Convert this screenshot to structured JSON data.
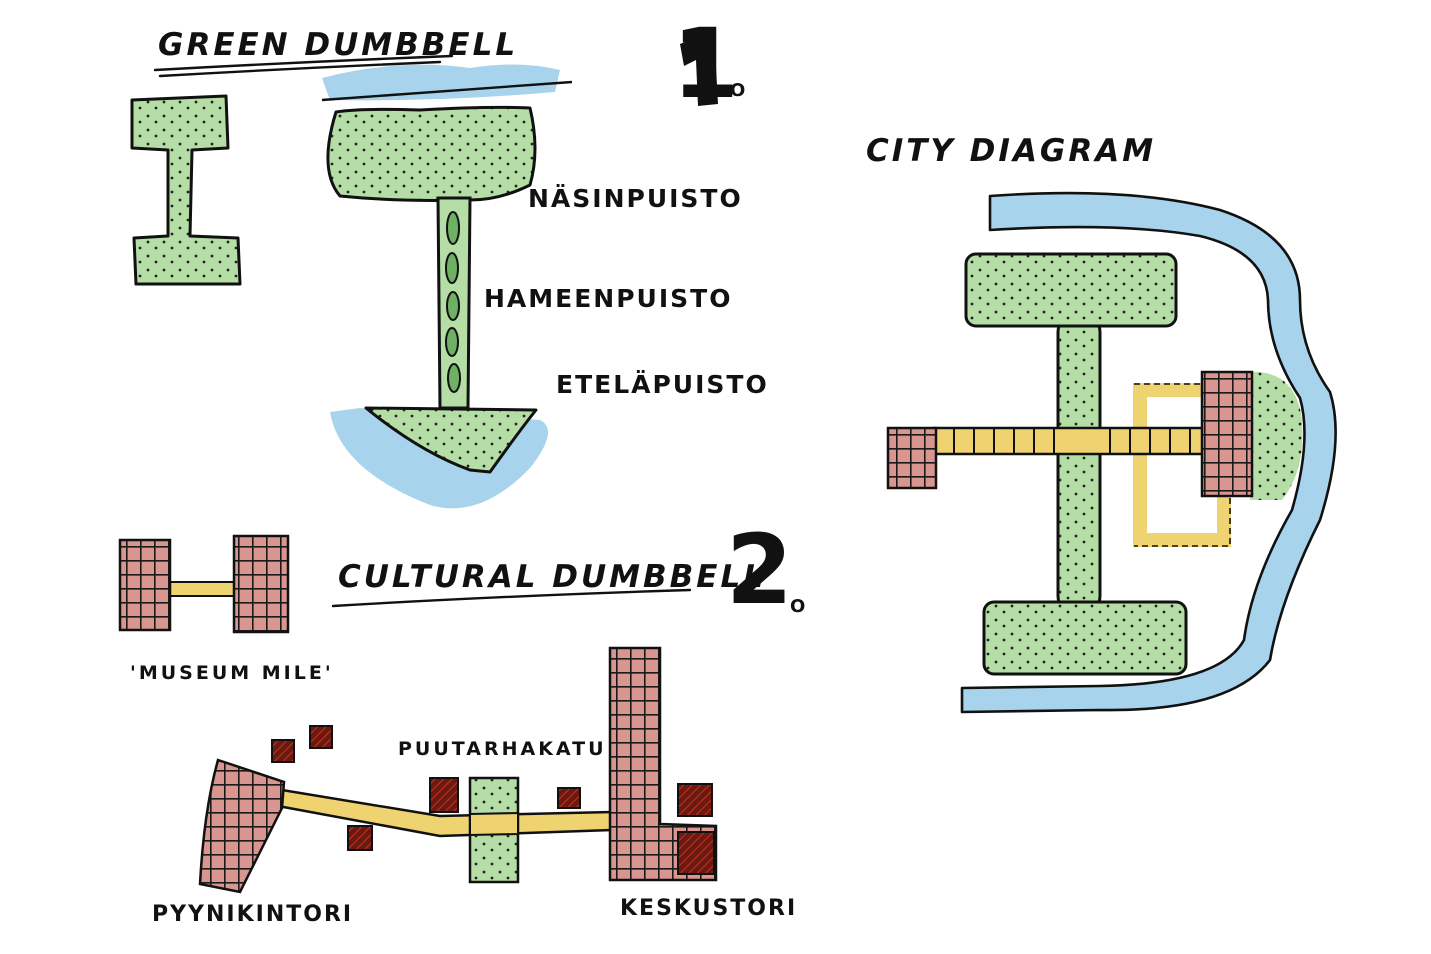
{
  "headings": {
    "green": "GREEN DUMBBELL",
    "cultural": "CULTURAL DUMBBELL",
    "city": "CITY DIAGRAM"
  },
  "numbers": {
    "one": "1",
    "one_suffix": "o",
    "two": "2",
    "two_suffix": "o"
  },
  "parks": {
    "north": "NÄSINPUISTO",
    "middle": "HAMEENPUISTO",
    "south": "ETELÄPUISTO"
  },
  "cultural_labels": {
    "museum_mile": "'MUSEUM MILE'",
    "street": "PUUTARHAKATU",
    "west_square": "PYYNIKINTORI",
    "east_square": "KESKUSTORI"
  },
  "colors": {
    "green": "#b5dea6",
    "water": "#a7d3ec",
    "building": "#d9958f",
    "axis": "#efd370",
    "dark": "#6b1a12",
    "ink": "#111111"
  }
}
